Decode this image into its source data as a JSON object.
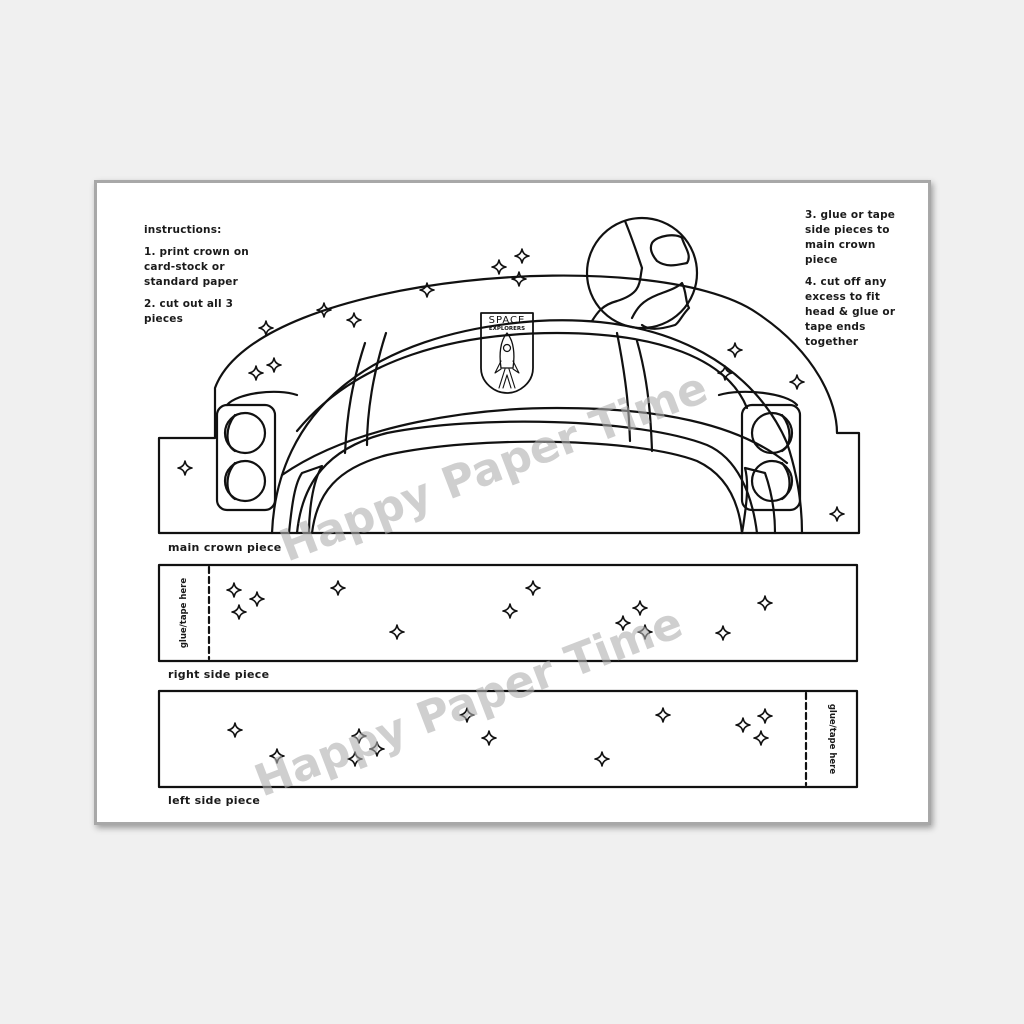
{
  "instructions": {
    "heading": "instructions:",
    "step1": "1. print crown on card-stock or standard paper",
    "step2": "2. cut out all 3 pieces",
    "step3": "3. glue or tape side pieces to main crown piece",
    "step4": "4. cut off any excess to fit head & glue or tape ends together"
  },
  "pieces": {
    "main": "main crown piece",
    "right": "right side piece",
    "left": "left side piece"
  },
  "glue_label": "glue/tape here",
  "badge": {
    "line1": "SPACE",
    "line2": "EXPLORERS"
  },
  "watermark": "Happy Paper Time",
  "colors": {
    "background": "#f0f0f0",
    "paper": "#ffffff",
    "line": "#111111",
    "watermark": "#b4b4b4"
  }
}
